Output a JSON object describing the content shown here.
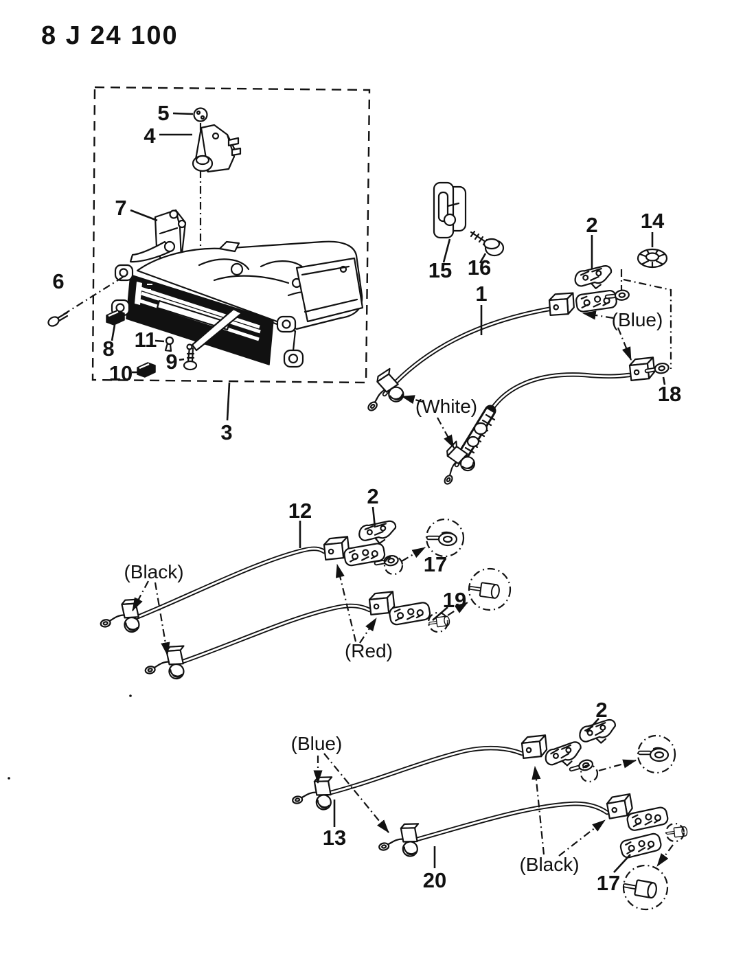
{
  "page": {
    "background": "#ffffff",
    "ink": "#111111"
  },
  "header": {
    "title": "8 J 24 100"
  },
  "diagram": {
    "callouts": {
      "c1": "1",
      "c2_top": "2",
      "c2_mid": "2",
      "c2_bot": "2",
      "c3": "3",
      "c4": "4",
      "c5": "5",
      "c6": "6",
      "c7": "7",
      "c8": "8",
      "c9": "9",
      "c10": "10",
      "c11": "11",
      "c12": "12",
      "c13": "13",
      "c14": "14",
      "c15": "15",
      "c16": "16",
      "c17_mid": "17",
      "c17_bot": "17",
      "c18": "18",
      "c19": "19",
      "c20": "20"
    },
    "color_tags": {
      "blue_top": "(Blue)",
      "white_top": "(White)",
      "black_mid": "(Black)",
      "red_mid": "(Red)",
      "blue_bot": "(Blue)",
      "black_bot": "(Black)"
    }
  }
}
